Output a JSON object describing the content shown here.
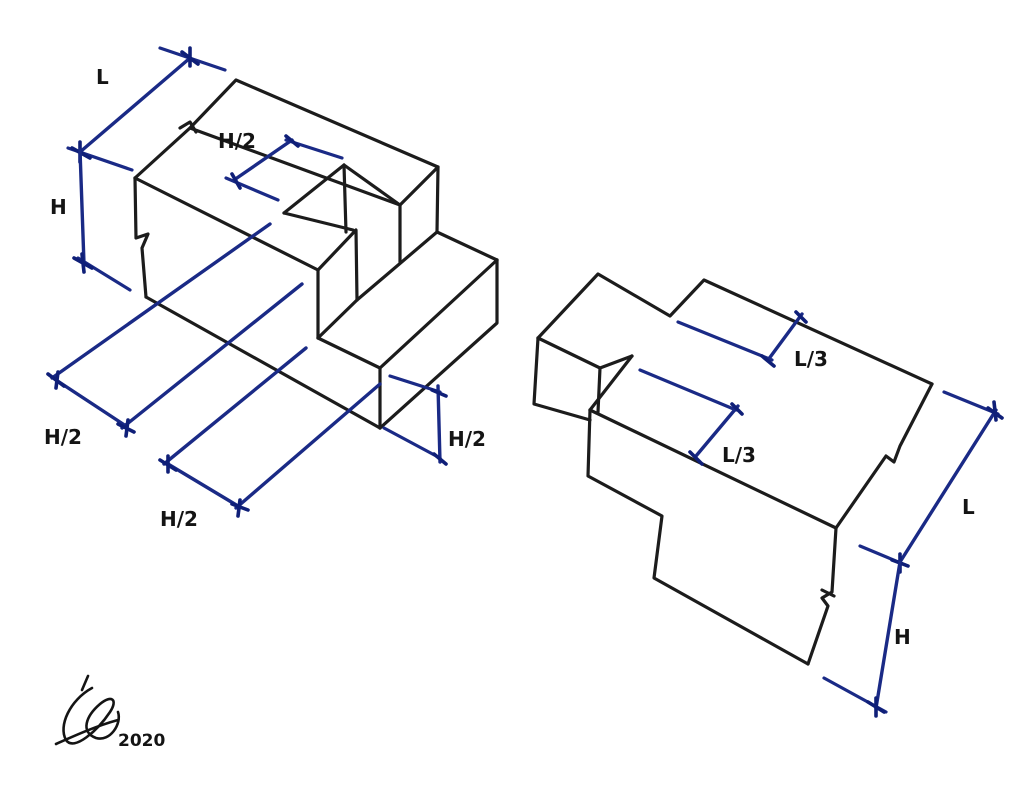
{
  "labels": {
    "left_L": "L",
    "left_H": "H",
    "left_top_half": "H/2",
    "left_bottom_half_1": "H/2",
    "left_bottom_half_2": "H/2",
    "left_right_half": "H/2",
    "right_third_1": "L/3",
    "right_third_2": "L/3",
    "right_L": "L",
    "right_H": "H"
  },
  "signature": {
    "year": "2020"
  },
  "colors": {
    "object_lines": "#1c1c1c",
    "dimension_lines": "#1a2a86",
    "background": "#ffffff"
  }
}
